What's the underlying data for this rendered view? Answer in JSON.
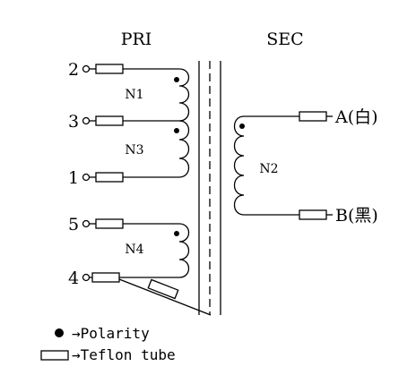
{
  "headers": {
    "primary": "PRI",
    "secondary": "SEC"
  },
  "pins": [
    "2",
    "3",
    "1",
    "5",
    "4"
  ],
  "windings": [
    "N1",
    "N3",
    "N4",
    "N2"
  ],
  "outputs": [
    {
      "label": "A(白)",
      "tube_color": "#ffffff"
    },
    {
      "label": "B(黑)",
      "tube_color": "#000000"
    }
  ],
  "legend": {
    "polarity": "→Polarity",
    "teflon": "→Teflon tube"
  }
}
